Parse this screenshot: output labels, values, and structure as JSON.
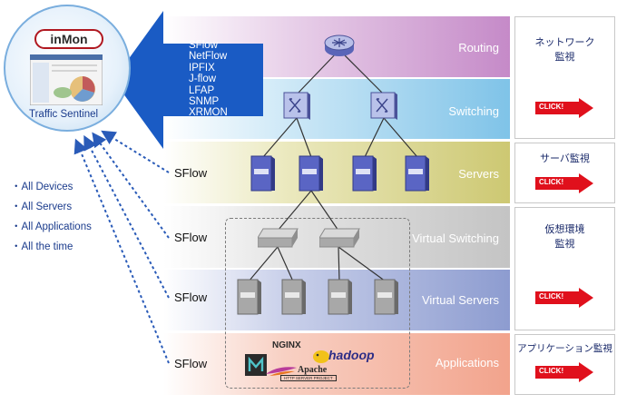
{
  "logo": {
    "text": "inMon",
    "caption": "Traffic Sentinel"
  },
  "protocols": [
    "SFlow",
    "NetFlow",
    "IPFIX",
    "J-flow",
    "LFAP",
    "SNMP",
    "XRMON"
  ],
  "bullets": [
    "・All Devices",
    "・All Servers",
    "・All Applications",
    "・All the time"
  ],
  "sflow_labels": [
    "SFlow",
    "SFlow",
    "SFlow",
    "SFlow"
  ],
  "layers": [
    {
      "name": "Routing",
      "color": "#c58ac8"
    },
    {
      "name": "Switching",
      "color": "#7fc3e8"
    },
    {
      "name": "Servers",
      "color": "#cdc872"
    },
    {
      "name": "Virtual Switching",
      "color": "#c4c4c4"
    },
    {
      "name": "Virtual Servers",
      "color": "#8d9cd0"
    },
    {
      "name": "Applications",
      "color": "#f2a38c"
    }
  ],
  "panels": [
    {
      "title_1": "ネットワーク",
      "title_2": "監視",
      "click": "CLICK!"
    },
    {
      "title_1": "サーバ監視",
      "click": "CLICK!"
    },
    {
      "title_1": "仮想環境",
      "title_2": "監視",
      "click": "CLICK!"
    },
    {
      "title_1": "アプリケーション監視",
      "click": "CLICK!"
    }
  ],
  "apps": {
    "nginx": "NGINX",
    "hadoop": "hadoop",
    "apache": "Apache",
    "apache_sub": "HTTP SERVER PROJECT"
  },
  "accent": {
    "arrow": "#1a5bc4",
    "click": "#e0101c",
    "text": "#1a3b8c"
  },
  "icons": [
    "router-icon",
    "switch-icon",
    "server-icon",
    "virtual-switch-icon",
    "virtual-server-icon"
  ]
}
